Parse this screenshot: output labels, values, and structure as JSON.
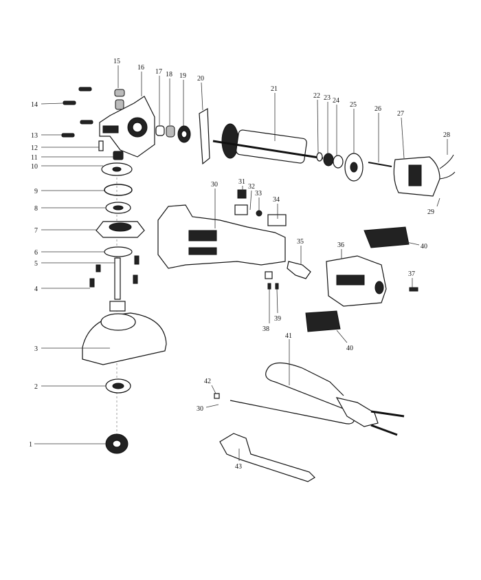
{
  "diagram": {
    "type": "exploded-parts-view",
    "labels": [
      "1",
      "2",
      "3",
      "4",
      "5",
      "6",
      "7",
      "8",
      "9",
      "10",
      "11",
      "12",
      "13",
      "14",
      "15",
      "16",
      "17",
      "18",
      "19",
      "20",
      "21",
      "22",
      "23",
      "24",
      "25",
      "26",
      "27",
      "28",
      "29",
      "30",
      "31",
      "32",
      "33",
      "34",
      "35",
      "36",
      "37",
      "38",
      "39",
      "40",
      "40",
      "41",
      "42",
      "30",
      "43"
    ]
  }
}
